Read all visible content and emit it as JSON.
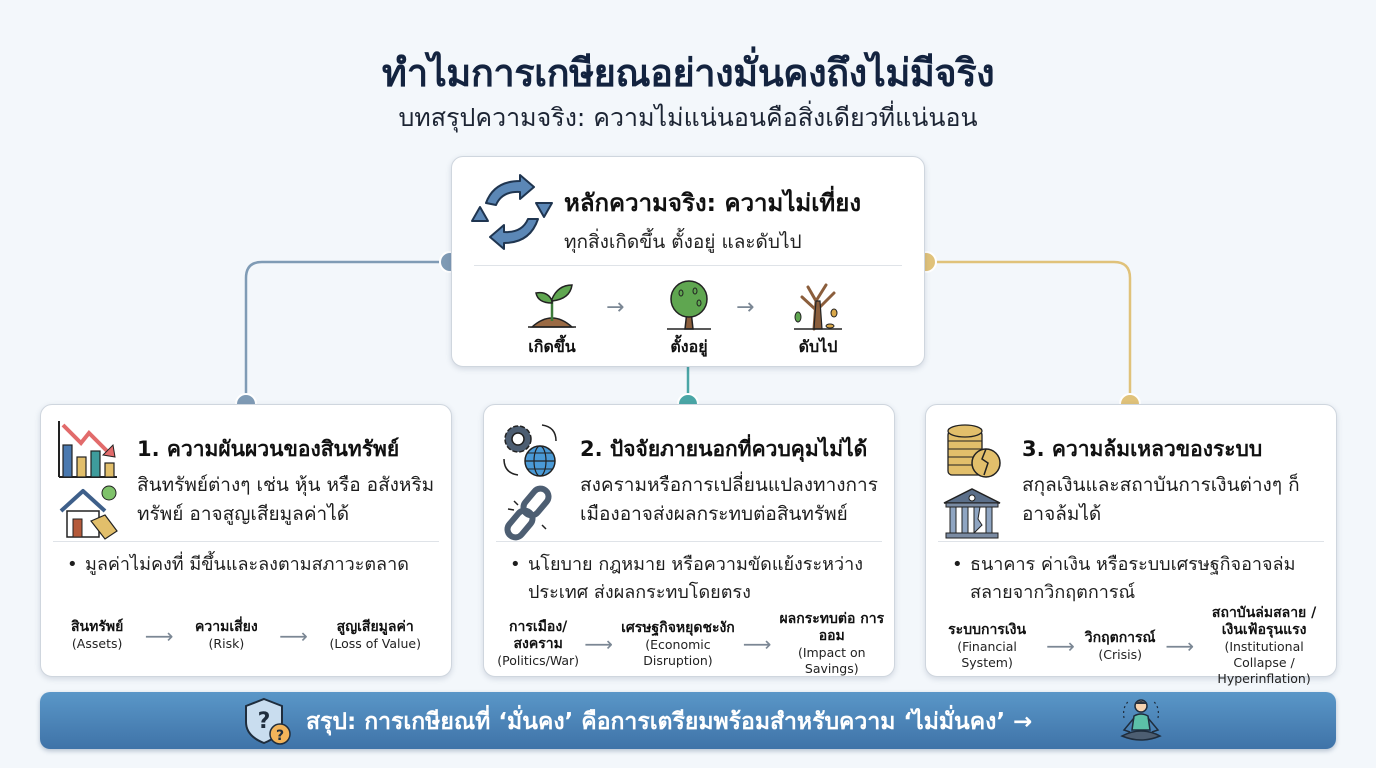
{
  "header": {
    "title": "ทำไมการเกษียณอย่างมั่นคงถึงไม่มีจริง",
    "subtitle": "บทสรุปความจริง: ความไม่แน่นอนคือสิ่งเดียวที่แน่นอน"
  },
  "center": {
    "icon": "cycle-arrows-icon",
    "title": "หลักความจริง: ความไม่เที่ยง",
    "subtitle": "ทุกสิ่งเกิดขึ้น ตั้งอยู่ และดับไป",
    "stages": [
      {
        "icon": "sprout-icon",
        "label": "เกิดขึ้น"
      },
      {
        "icon": "tree-icon",
        "label": "ตั้งอยู่"
      },
      {
        "icon": "dead-tree-icon",
        "label": "ดับไป"
      }
    ],
    "arrow": "→"
  },
  "colors": {
    "left_connector": "#7f9bb5",
    "middle_connector": "#4aa6a6",
    "right_connector": "#e0c27a",
    "banner_top": "#5a97c8",
    "banner_bottom": "#3f73a8",
    "title": "#13233f"
  },
  "cards": [
    {
      "icons": [
        "declining-chart-icon",
        "house-price-tag-icon"
      ],
      "title": "1. ความผันผวนของสินทรัพย์",
      "desc": "สินทรัพย์ต่างๆ เช่น หุ้น หรือ อสังหริมทรัพย์ อาจสูญเสียมูลค่าได้",
      "bullet": "มูลค่าไม่คงที่ มีขึ้นและลงตามสภาวะตลาด",
      "flow": [
        {
          "th": "สินทรัพย์",
          "en": "(Assets)"
        },
        {
          "th": "ความเสี่ยง",
          "en": "(Risk)"
        },
        {
          "th": "สูญเสียมูลค่า",
          "en": "(Loss of Value)"
        }
      ]
    },
    {
      "icons": [
        "gear-globe-icon",
        "broken-chain-icon"
      ],
      "title": "2. ปัจจัยภายนอกที่ควบคุมไม่ได้",
      "desc": "สงครามหรือการเปลี่ยนแปลงทางการ เมืองอาจส่งผลกระทบต่อสินทรัพย์",
      "bullet": "นโยบาย กฎหมาย หรือความขัดแย้งระหว่าง ประเทศ ส่งผลกระทบโดยตรง",
      "flow": [
        {
          "th": "การเมือง/ สงคราม",
          "en": "(Politics/War)"
        },
        {
          "th": "เศรษฐกิจหยุดชะงัก",
          "en": "(Economic Disruption)"
        },
        {
          "th": "ผลกระทบต่อ การออม",
          "en": "(Impact on Savings)"
        }
      ]
    },
    {
      "icons": [
        "broken-coins-icon",
        "collapsing-bank-icon"
      ],
      "title": "3. ความล้มเหลวของระบบ",
      "desc": "สกุลเงินและสถาบันการเงินต่างๆ ก็อาจล้มได้",
      "bullet": "ธนาคาร ค่าเงิน หรือระบบเศรษฐกิจอาจล่ม สลายจากวิกฤตการณ์",
      "flow": [
        {
          "th": "ระบบการเงิน",
          "en": "(Financial System)"
        },
        {
          "th": "วิกฤตการณ์",
          "en": "(Crisis)"
        },
        {
          "th": "สถาบันล่มสลาย / เงินเฟ้อรุนแรง",
          "en": "(Institutional Collapse / Hyperinflation)"
        }
      ]
    }
  ],
  "summary": {
    "icon_left": "shield-question-icon",
    "text": "สรุป: การเกษียณที่ ‘มั่นคง’ คือการเตรียมพร้อมสำหรับความ ‘ไม่มั่นคง’ →",
    "icon_right": "meditating-person-icon"
  }
}
